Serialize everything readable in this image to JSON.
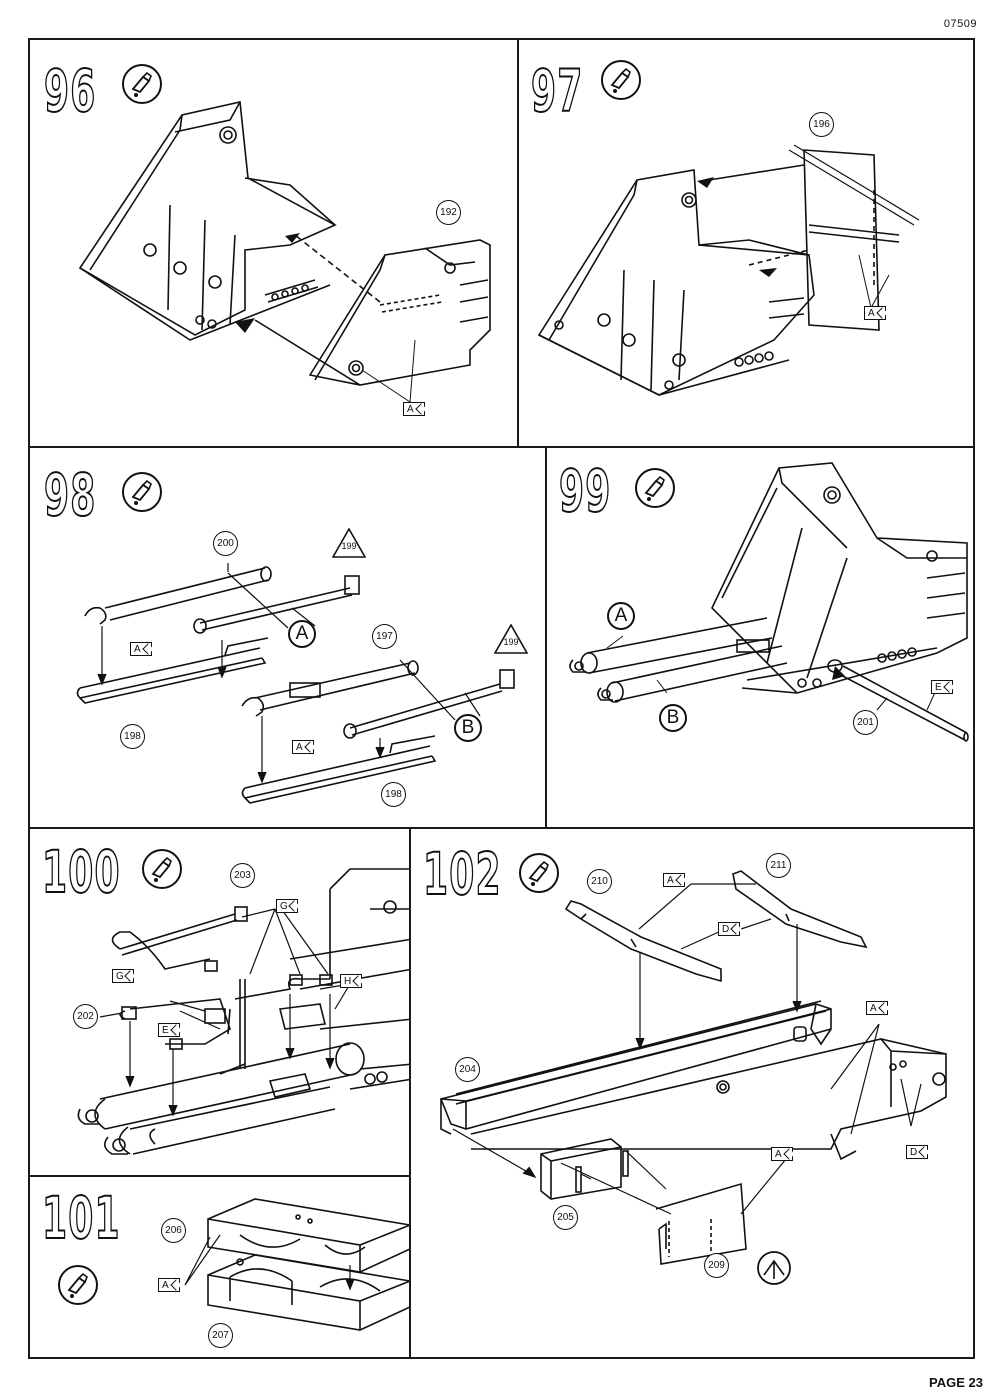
{
  "header": {
    "code": "07509"
  },
  "footer": {
    "page": "PAGE 23"
  },
  "steps": {
    "s96": {
      "num": "96",
      "callouts": {
        "p192": "192"
      },
      "flags": {
        "a": "A"
      }
    },
    "s97": {
      "num": "97",
      "callouts": {
        "p196": "196"
      },
      "flags": {
        "a": "A"
      }
    },
    "s98": {
      "num": "98",
      "callouts": {
        "p200": "200",
        "p198a": "198",
        "p197": "197",
        "p198b": "198"
      },
      "triangles": {
        "t199a": "199",
        "t199b": "199"
      },
      "letters": {
        "a": "A",
        "b": "B"
      },
      "flags": {
        "a1": "A",
        "a2": "A"
      }
    },
    "s99": {
      "num": "99",
      "callouts": {
        "p201": "201"
      },
      "letters": {
        "a": "A",
        "b": "B"
      },
      "flags": {
        "e": "E"
      }
    },
    "s100": {
      "num": "100",
      "callouts": {
        "p203": "203",
        "p202": "202"
      },
      "flags": {
        "g1": "G",
        "g2": "G",
        "e": "E",
        "h": "H"
      }
    },
    "s101": {
      "num": "101",
      "callouts": {
        "p206": "206",
        "p207": "207"
      },
      "flags": {
        "a": "A"
      }
    },
    "s102": {
      "num": "102",
      "callouts": {
        "p210": "210",
        "p211": "211",
        "p204": "204",
        "p205": "205",
        "p209": "209"
      },
      "flags": {
        "a1": "A",
        "d1": "D",
        "a2": "A",
        "d2": "D",
        "a3": "A"
      }
    }
  }
}
